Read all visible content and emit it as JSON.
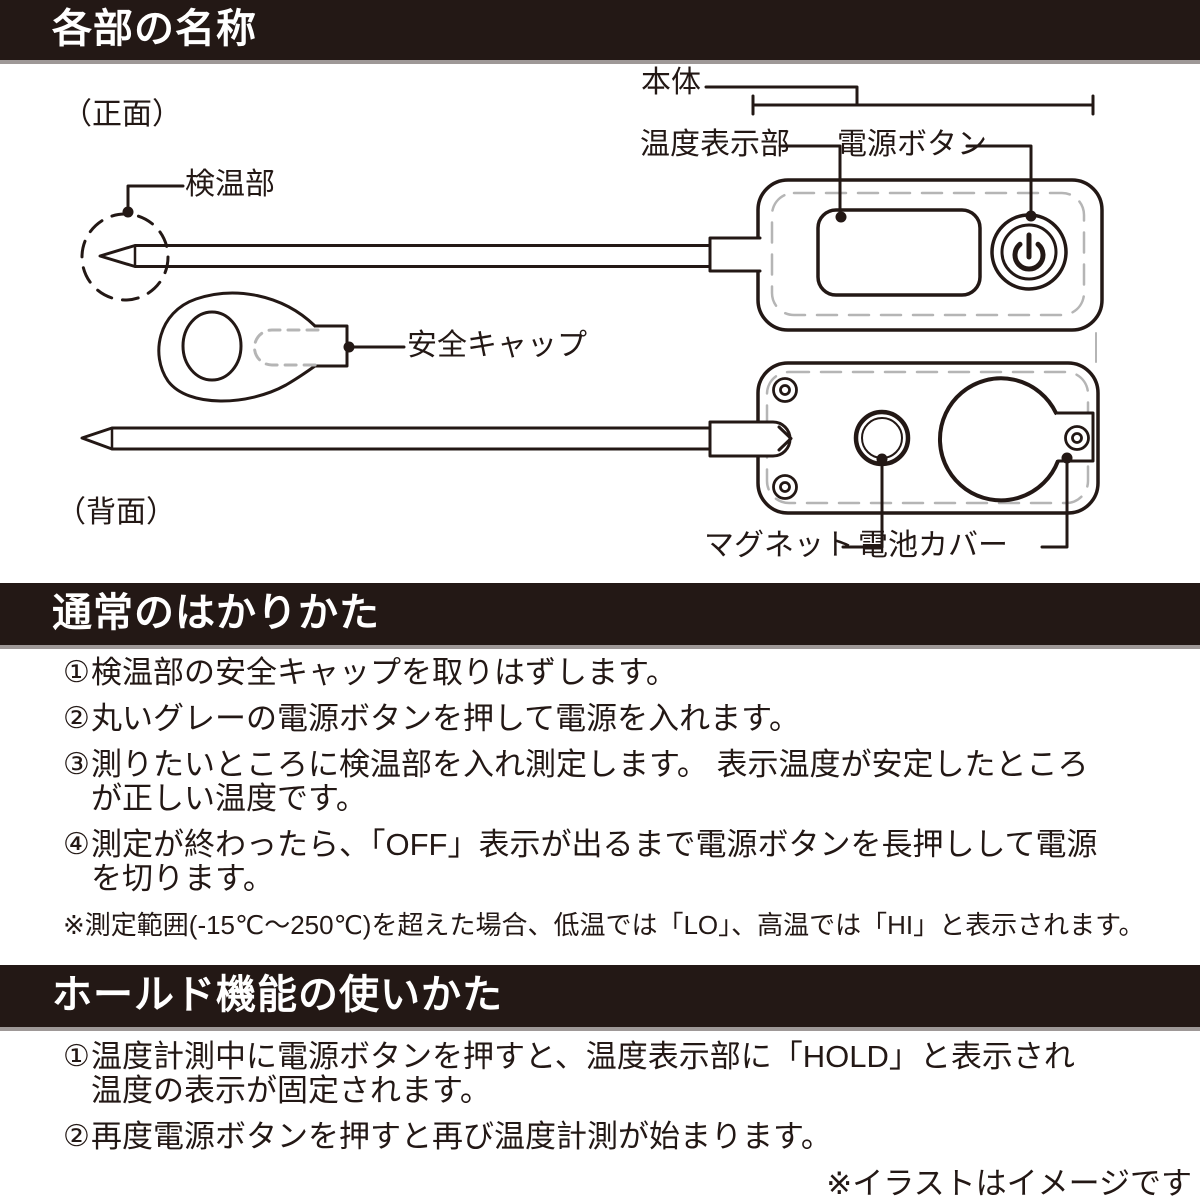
{
  "colors": {
    "ink": "#231815",
    "bar_bg": "#231815",
    "bar_shadow": "#9e9897",
    "dash_gray": "#b5b5b5",
    "paper": "#ffffff"
  },
  "icons": {
    "power": "power-symbol",
    "screw": "screw-head",
    "probe_tip_marker": "dashed-focus-circle"
  },
  "parts_section": {
    "title": "各部の名称",
    "front_view_label": "（正面）",
    "back_view_label": "（背面）",
    "labels": {
      "body": "本体",
      "display": "温度表示部",
      "power_button": "電源ボタン",
      "probe": "検温部",
      "safety_cap": "安全キャップ",
      "magnet": "マグネット",
      "battery_cover": "電池カバー"
    }
  },
  "normal_section": {
    "title": "通常のはかりかた",
    "steps": [
      {
        "num": "①",
        "lines": [
          "検温部の安全キャップを取りはずします。"
        ]
      },
      {
        "num": "②",
        "lines": [
          "丸いグレーの電源ボタンを押して電源を入れます。"
        ]
      },
      {
        "num": "③",
        "lines": [
          "測りたいところに検温部を入れ測定します。 表示温度が安定したところ",
          "が正しい温度です。"
        ]
      },
      {
        "num": "④",
        "lines": [
          "測定が終わったら、「OFF」表示が出るまで電源ボタンを長押しして電源",
          "を切ります。"
        ]
      }
    ],
    "note": "※測定範囲(-15℃～250℃)を超えた場合、低温では「LO」、高温では「HI」と表示されます。"
  },
  "hold_section": {
    "title": "ホールド機能の使いかた",
    "steps": [
      {
        "num": "①",
        "lines": [
          "温度計測中に電源ボタンを押すと、温度表示部に「HOLD」と表示され",
          "温度の表示が固定されます。"
        ]
      },
      {
        "num": "②",
        "lines": [
          "再度電源ボタンを押すと再び温度計測が始まります。"
        ]
      }
    ]
  },
  "footer_note": "※イラストはイメージです"
}
